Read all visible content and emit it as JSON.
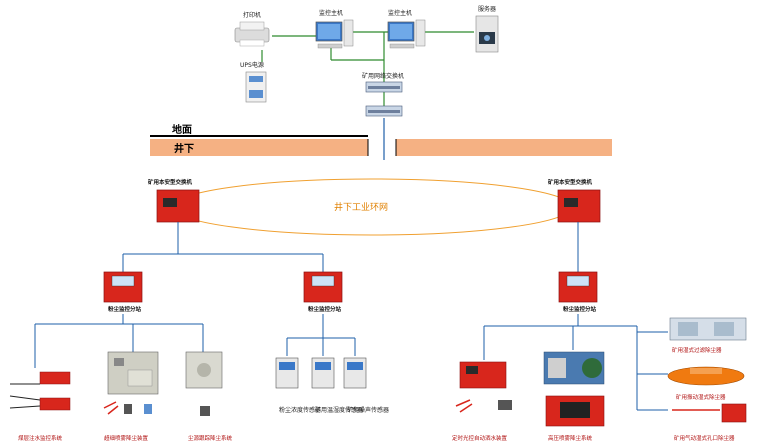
{
  "surface": {
    "printer_label": "打印机",
    "monitor_host_1_label": "监控主机",
    "monitor_host_2_label": "监控主机",
    "server_label": "服务器",
    "ups_label": "UPS电源",
    "switch_label": "矿用网络交换机"
  },
  "bands": {
    "ground_label": "地面",
    "underground_label": "井下"
  },
  "ring": {
    "label": "井下工业环网",
    "switch_left_label": "矿用本安型交换机",
    "switch_right_label": "矿用本安型交换机"
  },
  "substations": {
    "left_1": "粉尘监控分站",
    "left_2": "粉尘监控分站",
    "right": "粉尘监控分站"
  },
  "devices": {
    "coal_water": "煤层注水监控系统",
    "spray": "超细喷雾降尘装置",
    "dust_removal": "尘源跟踪降尘系统",
    "dust_sensor": "粉尘浓度传感器",
    "temp_sensor": "矿用温湿度传感器",
    "noise_sensor": "矿用噪声传感器",
    "auto_spray": "定时光控自动洒水装置",
    "high_pressure": "高压喷雾降尘系统",
    "wet_filter": "矿用湿式过滤除尘器",
    "vibration": "矿用振动湿式除尘器",
    "pneumatic": "矿用气动湿式孔口除尘器"
  },
  "colors": {
    "device_red": "#d8261c",
    "network_green": "#2e8b2e",
    "line_blue": "#1e5fa8",
    "band_orange": "#f5b183",
    "ring_orange": "#f0a030"
  }
}
